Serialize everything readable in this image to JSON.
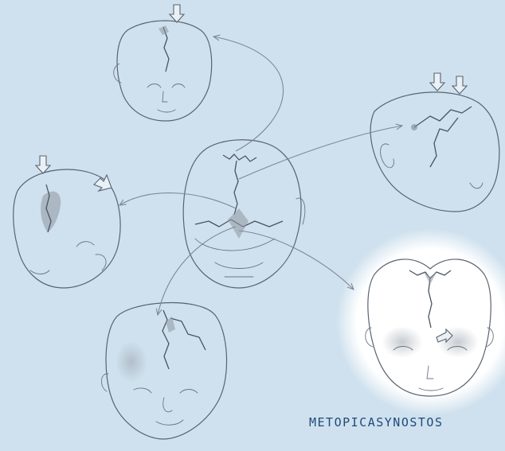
{
  "caption": {
    "label": "METOPICASYNOSTOS"
  },
  "colors": {
    "background": "#cfe1ee",
    "sketch": "#5a6370",
    "caption": "#1f4a7a",
    "highlight": "#ffffff"
  },
  "figures": [
    {
      "name": "central-skull-top-view",
      "icon": "skull-sketch"
    },
    {
      "name": "top-head-sketch",
      "icon": "head-sketch"
    },
    {
      "name": "right-head-sketch",
      "icon": "head-sketch"
    },
    {
      "name": "left-head-sketch",
      "icon": "head-sketch"
    },
    {
      "name": "bottom-head-sketch",
      "icon": "head-sketch"
    },
    {
      "name": "metopic-head-sketch",
      "icon": "head-sketch"
    }
  ]
}
